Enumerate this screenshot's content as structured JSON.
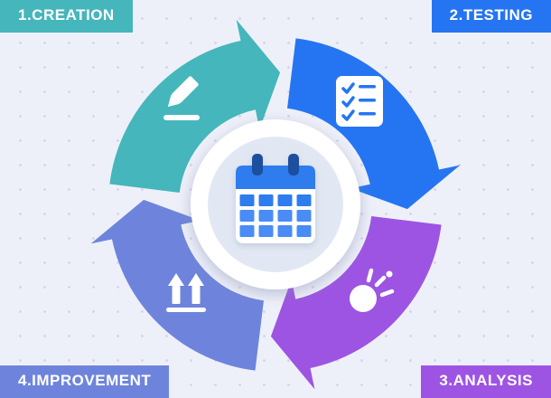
{
  "stages": [
    {
      "id": "creation",
      "label": "1.CREATION",
      "color": "#45b6bc",
      "icon": "pencil-icon",
      "position": "top-left"
    },
    {
      "id": "testing",
      "label": "2.TESTING",
      "color": "#2575f2",
      "icon": "checklist-icon",
      "position": "top-right"
    },
    {
      "id": "analysis",
      "label": "3.ANALYSIS",
      "color": "#9d54e3",
      "icon": "analysis-icon",
      "position": "bottom-right"
    },
    {
      "id": "improvement",
      "label": "4.IMPROVEMENT",
      "color": "#6e84dc",
      "icon": "double-up-arrows-icon",
      "position": "bottom-left"
    }
  ],
  "center": {
    "icon": "calendar-icon",
    "colors": {
      "ring": "#ffffff",
      "inner": "#e2e8f3",
      "calendar_body": "#ffffff",
      "calendar_header": "#2f7ced",
      "calendar_peg": "#1d4f9e",
      "calendar_cell": "#4a8cf5",
      "calendar_cell_dark": "#2f7ced"
    }
  },
  "background": {
    "color": "#eef0f9",
    "dot_color": "#d7d5ed"
  }
}
